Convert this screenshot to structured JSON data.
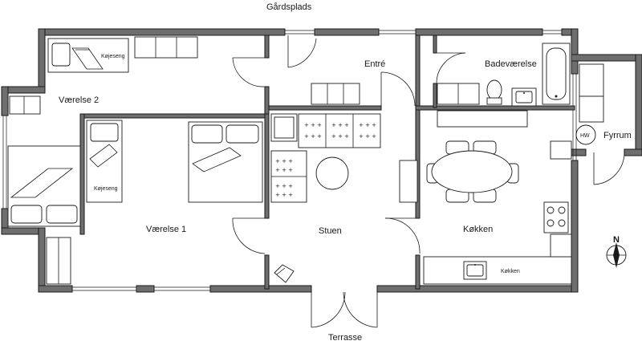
{
  "labels": {
    "gardsplads": "Gårdsplads",
    "terrasse": "Terrasse",
    "entre": "Entré",
    "badevaerelse": "Badeværelse",
    "vaerelse2": "Værelse 2",
    "vaerelse1": "Værelse 1",
    "stuen": "Stuen",
    "kokken_room": "Køkken",
    "kokken_counter": "Køkken",
    "fyrrum": "Fyrrum",
    "hw": "HW",
    "kojeseng_top": "Køjeseng",
    "kojeseng_left": "Køjeseng",
    "north": "N"
  },
  "colors": {
    "wall": "#6e6e6e",
    "line": "#1a1a1a",
    "background": "#ffffff"
  }
}
